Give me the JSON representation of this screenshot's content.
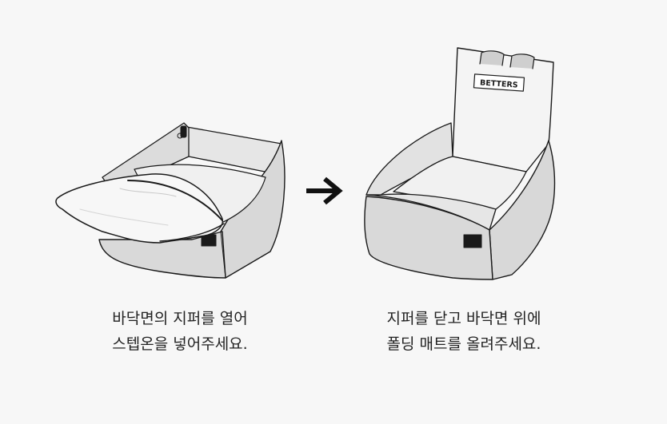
{
  "steps": [
    {
      "line1": "바닥면의 지퍼를 열어",
      "line2": "스텝온을 넣어주세요."
    },
    {
      "line1": "지퍼를 닫고 바닥면 위에",
      "line2": "폴딩 매트를 올려주세요.",
      "label_text": "BETTERS"
    }
  ],
  "arrow_icon": "right-arrow-icon",
  "colors": {
    "background": "#f7f7f7",
    "outline": "#1a1a1a",
    "fabric": "#d9d9d9",
    "fabric_light": "#f2f2f2",
    "text": "#222222"
  }
}
